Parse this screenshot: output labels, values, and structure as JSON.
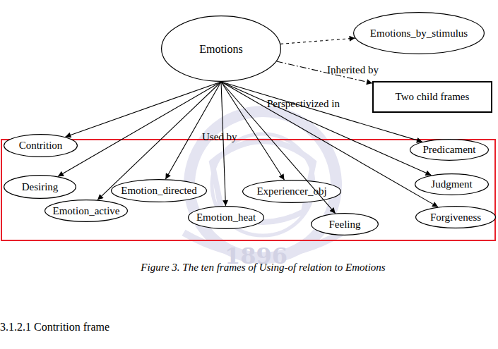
{
  "diagram": {
    "caption": "Figure 3. The ten frames of Using-of relation to Emotions",
    "nodes": [
      {
        "text": [
          "Emotions"
        ]
      },
      {
        "text": [
          "Emotions_by_stimulus"
        ]
      },
      {
        "text": [
          "Two child frames"
        ]
      },
      {
        "text": [
          "Used by"
        ]
      },
      {
        "text": [
          "Contrition"
        ],
        "in": 3
      },
      {
        "text": [
          "Predicament"
        ],
        "in": 3
      },
      {
        "text": [
          "Desiring"
        ],
        "in": 3
      },
      {
        "text": [
          "Judgment"
        ],
        "in": 3
      },
      {
        "text": [
          "Emotion_directed"
        ],
        "in": 3
      },
      {
        "text": [
          "Experiencer_obj"
        ],
        "in": 3
      },
      {
        "text": [
          "Emotion_active"
        ],
        "in": 3
      },
      {
        "text": [
          "Emotion_heat"
        ],
        "in": 3
      },
      {
        "text": [
          "Feeling"
        ],
        "in": 3
      },
      {
        "text": [
          "Forgiveness"
        ],
        "in": 3
      }
    ],
    "edges": [
      {
        "from": 0,
        "to": 1,
        "arrow": "to",
        "label": "Inherited by"
      },
      {
        "from": 0,
        "to": 2,
        "arrow": "to",
        "label": "Perspectivized in"
      },
      {
        "from": 0,
        "to": 4,
        "arrow": "to"
      },
      {
        "from": 0,
        "to": 5,
        "arrow": "to"
      },
      {
        "from": 0,
        "to": 6,
        "arrow": "to"
      },
      {
        "from": 0,
        "to": 7,
        "arrow": "to"
      },
      {
        "from": 0,
        "to": 8,
        "arrow": "to"
      },
      {
        "from": 0,
        "to": 9,
        "arrow": "to"
      },
      {
        "from": 0,
        "to": 10,
        "arrow": "to"
      },
      {
        "from": 0,
        "to": 11,
        "arrow": "to"
      },
      {
        "from": 0,
        "to": 12,
        "arrow": "to"
      },
      {
        "from": 0,
        "to": 13,
        "arrow": "to"
      }
    ],
    "labels": [
      "1896",
      "3.1.2.1 Contrition frame"
    ]
  }
}
